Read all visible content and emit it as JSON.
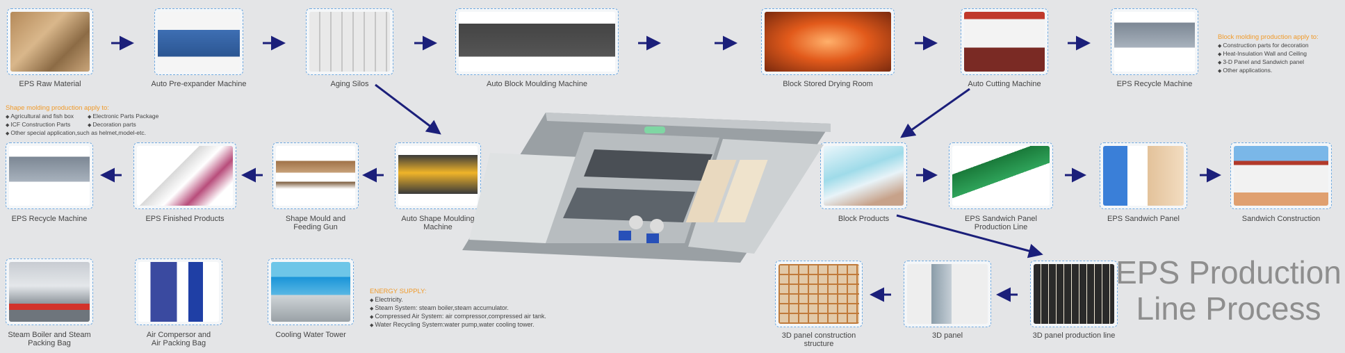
{
  "title": [
    "EPS Production",
    "Line Process"
  ],
  "nodes": {
    "raw_material": "EPS Raw Material",
    "pre_expander": "Auto Pre-expander Machine",
    "aging_silos": "Aging Silos",
    "block_moulding": "Auto Block Moulding Machine",
    "drying_room": "Block Stored Drying Room",
    "cutting": "Auto Cutting Machine",
    "recycle_top": "EPS Recycle Machine",
    "recycle_left": "EPS Recycle Machine",
    "finished_products": "EPS Finished Products",
    "shape_mould": [
      "Shape Mould and",
      "Feeding Gun"
    ],
    "shape_moulding": [
      "Auto Shape Moulding",
      "Machine"
    ],
    "block_products": "Block Products",
    "sandwich_line": [
      "EPS Sandwich Panel",
      "Production Line"
    ],
    "sandwich_panel": "EPS Sandwich Panel",
    "sandwich_construction": "Sandwich Construction",
    "panel_line": "3D panel production line",
    "panel_3d": "3D panel",
    "panel_structure": [
      "3D panel construction",
      "structure"
    ],
    "boiler": [
      "Steam Boiler and Steam",
      "Packing Bag"
    ],
    "compressor": [
      "Air Compersor and",
      "Air Packing Bag"
    ],
    "cooling": "Cooling Water Tower"
  },
  "block_notes": {
    "title": "Block molding production apply to:",
    "items": [
      "Construction parts for decoration",
      "Heat-Insulation Wall and Ceiling",
      "3-D Panel and Sandwich panel",
      "Other applications."
    ]
  },
  "shape_notes": {
    "title": "Shape molding production apply to:",
    "col1": [
      "Agricultural and fish box",
      "ICF Construction Parts"
    ],
    "col2": [
      "Electronic Parts Package",
      "Decoration parts"
    ],
    "wide": "Other special application,such as helmet,model-etc."
  },
  "energy_notes": {
    "title": "ENERGY SUPPLY:",
    "items": [
      "Electricity.",
      "Steam System: steam boiler,steam accumulator.",
      "Compressed Air System: air compressor,compressed air tank.",
      "Water Recycling System:water pump,water cooling tower."
    ]
  },
  "colors": {
    "arrow": "#1b1f7a",
    "frame": "#6fa9e0",
    "note_title": "#f09a2a"
  }
}
